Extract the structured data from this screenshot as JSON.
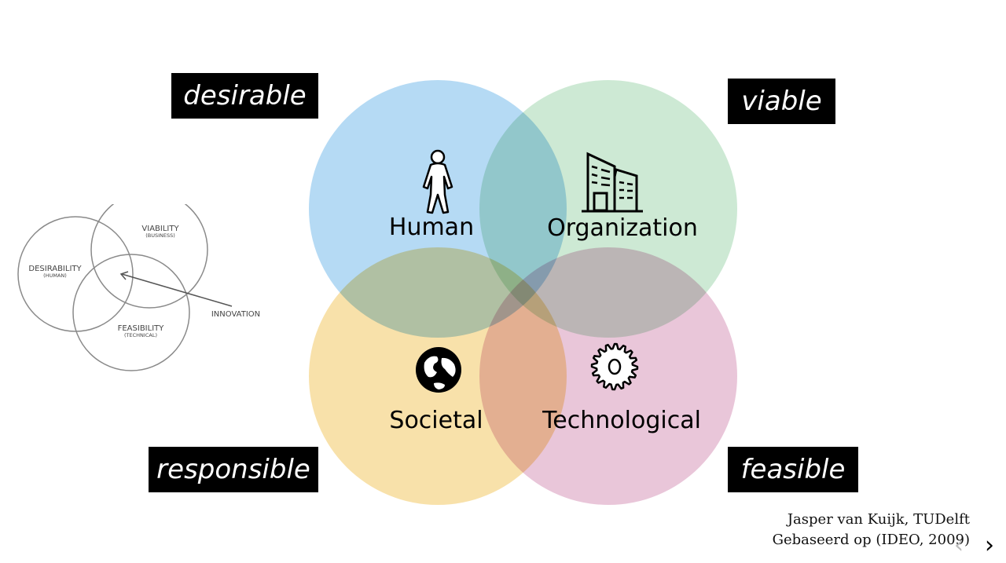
{
  "tags": {
    "desirable": "desirable",
    "viable": "viable",
    "responsible": "responsible",
    "feasible": "feasible"
  },
  "circles": {
    "human": {
      "label": "Human",
      "color": "#a8d4f2",
      "icon": "person-icon"
    },
    "organization": {
      "label": "Organization",
      "color": "#c4e6cd",
      "icon": "building-icon"
    },
    "societal": {
      "label": "Societal",
      "color": "#f7dc9b",
      "icon": "globe-icon"
    },
    "technological": {
      "label": "Technological",
      "color": "#e6bcd3",
      "icon": "gear-icon"
    }
  },
  "ideo": {
    "desirability": "DESIRABILITY",
    "desirability_sub": "(HUMAN)",
    "viability": "VIABILITY",
    "viability_sub": "(BUSINESS)",
    "feasibility": "FEASIBILITY",
    "feasibility_sub": "(TECHNICAL)",
    "innovation": "INNOVATION"
  },
  "credit": {
    "line1": "Jasper van Kuijk, TUDelft",
    "line2": "Gebaseerd op (IDEO, 2009)"
  },
  "nav": {
    "prev": "‹",
    "next": "›"
  }
}
